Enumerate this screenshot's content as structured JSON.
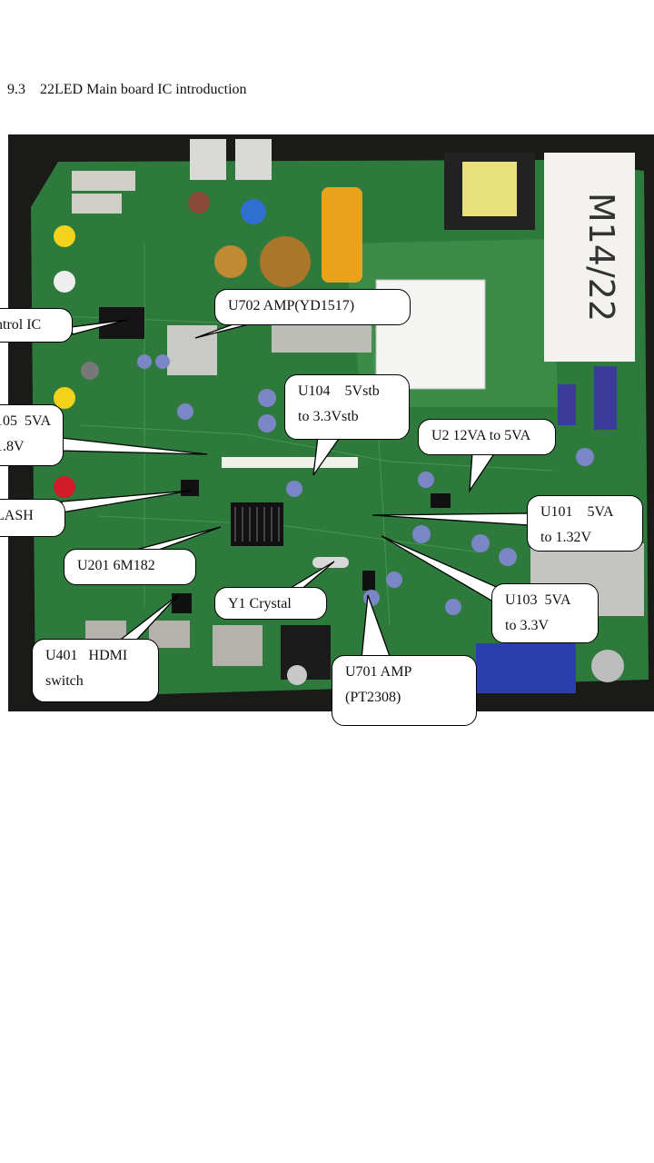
{
  "heading": "9.3    22LED Main board IC introduction",
  "photo": {
    "board_color": "#2e7a3c",
    "handwriting": "M14/22"
  },
  "callouts": {
    "control_ic": [
      "ntrol IC"
    ],
    "u702": [
      "U702 AMP(YD1517)"
    ],
    "u104": [
      "U104    5Vstb",
      "to 3.3Vstb"
    ],
    "u105": [
      "105  5VA",
      "1.8V"
    ],
    "u2": [
      "U2 12VA to 5VA"
    ],
    "flash": [
      "LASH"
    ],
    "u101": [
      "U101    5VA",
      "to 1.32V"
    ],
    "u201": [
      "U201 6M182"
    ],
    "y1": [
      "Y1 Crystal"
    ],
    "u103": [
      "U103  5VA",
      "to 3.3V"
    ],
    "u401": [
      "U401   HDMI",
      "switch"
    ],
    "u701": [
      "U701 AMP",
      "(PT2308)"
    ]
  }
}
